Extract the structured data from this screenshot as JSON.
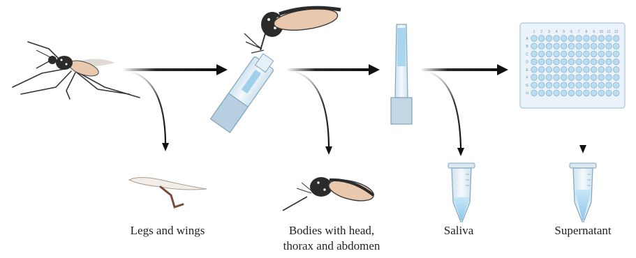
{
  "labels": {
    "legs_wings": "Legs and wings",
    "bodies_line1": "Bodies with head,",
    "bodies_line2": "thorax and abdomen",
    "saliva": "Saliva",
    "supernatant": "Supernatant"
  },
  "plate": {
    "columns": [
      "1",
      "2",
      "3",
      "4",
      "5",
      "6",
      "7",
      "8",
      "9",
      "10",
      "11",
      "12"
    ],
    "rows": [
      "A",
      "B",
      "C",
      "D",
      "E",
      "F",
      "G",
      "H"
    ]
  },
  "colors": {
    "liquid": "#b9ddf2",
    "tube": "#e9f2f8",
    "plate": "#d9ebf7",
    "arrow": "#111111",
    "mosquito_dark": "#2b2b2b",
    "mosquito_abdomen": "#e9c8ad"
  }
}
